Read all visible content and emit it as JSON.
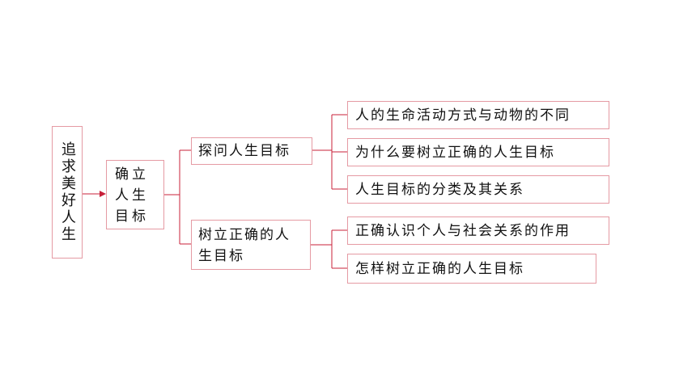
{
  "root": {
    "label": "追求美好人生"
  },
  "center": {
    "label": "确立人生目标"
  },
  "branches": [
    {
      "label": "探问人生目标",
      "children": [
        "人的生命活动方式与动物的不同",
        "为什么要树立正确的人生目标",
        "人生目标的分类及其关系"
      ]
    },
    {
      "label": "树立正确的人生目标",
      "children": [
        "正确认识个人与社会关系的作用",
        "怎样树立正确的人生目标"
      ]
    }
  ],
  "colors": {
    "border": "#e59aa3",
    "line": "#c8203a",
    "text": "#111111"
  }
}
